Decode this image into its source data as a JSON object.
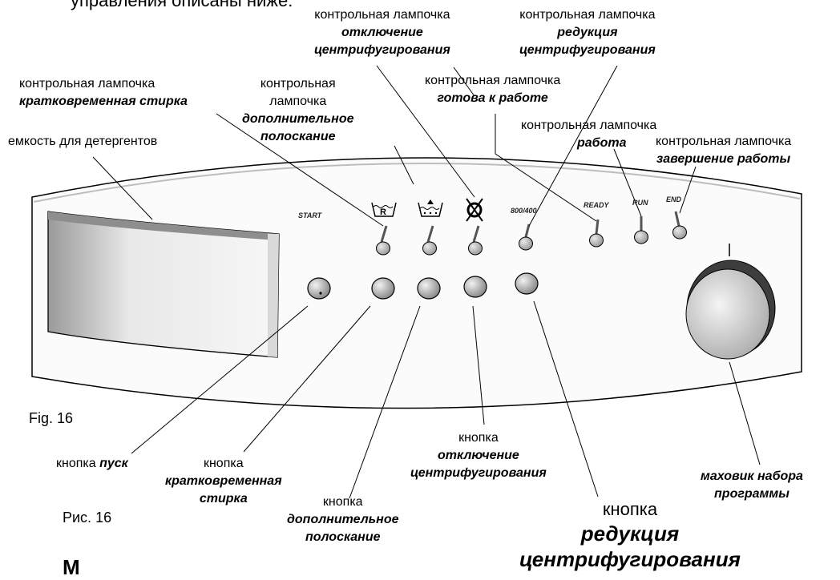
{
  "page": {
    "top_text_fragment": "управления описаны ниже:",
    "bottom_text_fragment": "М",
    "fig_en": "Fig. 16",
    "fig_ru": "Рис. 16"
  },
  "panel": {
    "start_label": "START",
    "speed_label": "800/400",
    "ready_label": "READY",
    "run_label": "RUN",
    "end_label": "END",
    "icons": [
      "quick-wash-icon",
      "extra-rinse-icon",
      "no-spin-icon"
    ]
  },
  "callouts": {
    "detergent": {
      "line1": "емкость для детергентов"
    },
    "quick_wash_lamp": {
      "line1": "контрольная   лампочка",
      "bold": "кратковременная стирка"
    },
    "extra_rinse_lamp": {
      "line1": "контрольная",
      "line2": "лампочка",
      "bold1": "дополнительное",
      "bold2": "полоскание"
    },
    "no_spin_lamp": {
      "line1": "контрольная лампочка",
      "bold1": "отключение",
      "bold2": "центрифугирования"
    },
    "spin_reduce_lamp": {
      "line1": "контрольная лампочка",
      "bold1": "редукция",
      "bold2": "центрифугирования"
    },
    "ready_lamp": {
      "line1": "контрольная лампочка",
      "bold": "готова к работе"
    },
    "run_lamp": {
      "line1": "контрольная лампочка",
      "bold": "работа"
    },
    "end_lamp": {
      "line1": "контрольная лампочка",
      "bold": "завершение работы"
    },
    "start_button": {
      "normal": "кнопка",
      "bold": "пуск"
    },
    "quick_wash_button": {
      "line1": "кнопка",
      "bold1": "кратковременная",
      "bold2": "стирка"
    },
    "extra_rinse_button": {
      "line1": "кнопка",
      "bold1": "дополнительное",
      "bold2": "полоскание"
    },
    "no_spin_button": {
      "line1": "кнопка",
      "bold1": "отключение",
      "bold2": "центрифугирования"
    },
    "spin_reduce_button": {
      "line1": "кнопка",
      "bold1": "редукция",
      "bold2": "центрифугирования"
    },
    "program_knob": {
      "bold1": "маховик набора",
      "bold2": "программы"
    }
  }
}
